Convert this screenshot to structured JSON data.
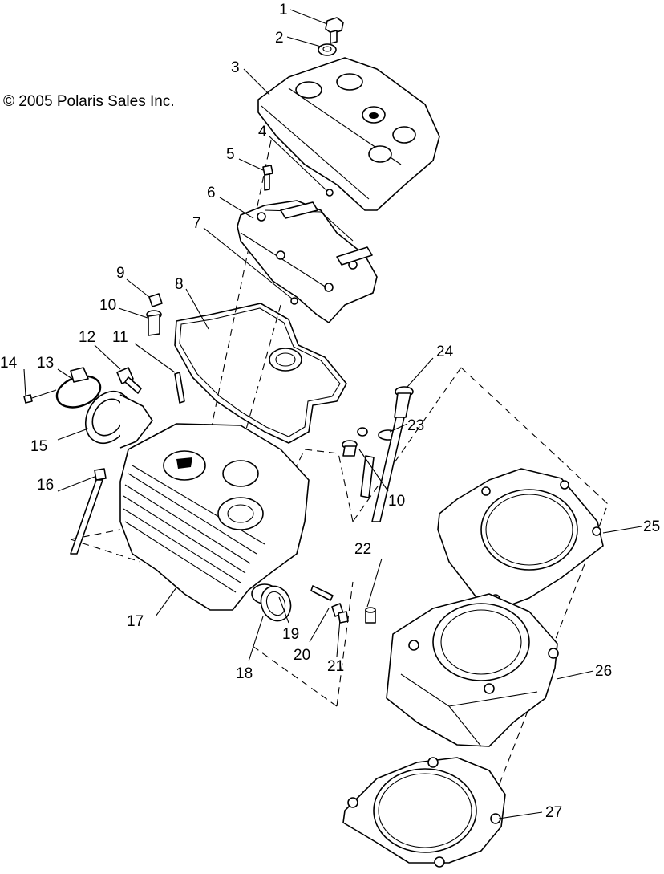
{
  "copyright": "© 2005 Polaris Sales Inc.",
  "callouts": [
    "1",
    "2",
    "3",
    "4",
    "5",
    "6",
    "7",
    "8",
    "9",
    "10",
    "11",
    "12",
    "13",
    "14",
    "15",
    "16",
    "17",
    "18",
    "19",
    "20",
    "21",
    "22",
    "23",
    "24",
    "10",
    "25",
    "26",
    "27"
  ]
}
